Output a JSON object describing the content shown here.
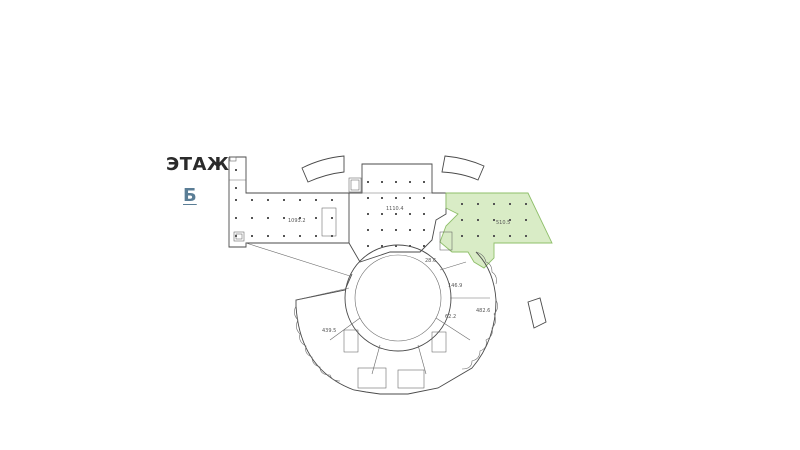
{
  "header": {
    "floor_word": "ЭТАЖ",
    "floor_letter": "Б"
  },
  "rooms": {
    "r1": "1093.2",
    "r2": "1110.4",
    "r3": "510.5",
    "r4": "146.9",
    "r5": "482.6",
    "r6": "62.2",
    "r7": "28.6",
    "r8": "439.5"
  },
  "colors": {
    "highlight_fill": "#d9ecc6",
    "highlight_stroke": "#8fbf6a",
    "floor_link": "#5a7d95"
  }
}
